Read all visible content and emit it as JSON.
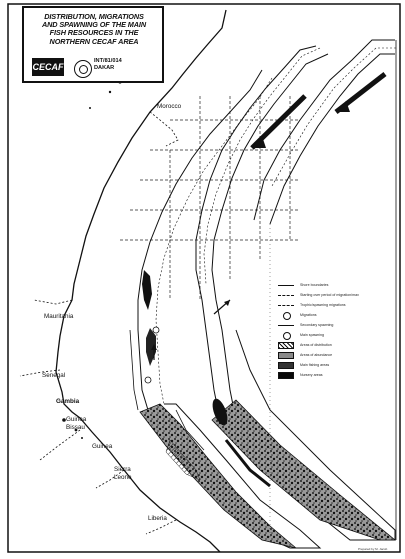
{
  "title": {
    "line1": "DISTRIBUTION, MIGRATIONS",
    "line2": "AND SPAWNING OF THE MAIN",
    "line3": "FISH RESOURCES IN THE",
    "line4": "NORTHERN CECAF AREA"
  },
  "logo": {
    "name": "CECAF",
    "project_line1": "INT/81/014",
    "project_line2": "DAKAR"
  },
  "countries": {
    "morocco": "Morocco",
    "mauritania": "Mauritania",
    "senegal": "Senegal",
    "gambia": "Gambia",
    "guinea_bissau": "Guinea Bissau",
    "guinea": "Guinea",
    "sierra_leone": "Sierra Leone",
    "liberia": "Liberia"
  },
  "legend": {
    "items": [
      {
        "symbol": "line",
        "label": "Shore boundaries"
      },
      {
        "symbol": "dash",
        "label": "Starting over period of migration/max"
      },
      {
        "symbol": "dash",
        "label": "Trophic/spawning migrations"
      },
      {
        "symbol": "circle",
        "label": "Migrations"
      },
      {
        "symbol": "line",
        "label": "Secondary spawning"
      },
      {
        "symbol": "circle",
        "label": "Main spawning"
      },
      {
        "symbol": "hatch",
        "label": "Areas of distribution"
      },
      {
        "symbol": "grey",
        "label": "Areas of abundance"
      },
      {
        "symbol": "dark",
        "label": "Main fishing areas"
      },
      {
        "symbol": "black",
        "label": "Nursery areas"
      }
    ]
  },
  "credit": "Prepared by M. Jacob"
}
